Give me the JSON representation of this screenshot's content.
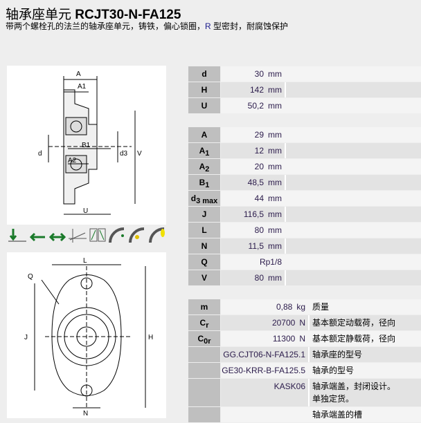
{
  "header": {
    "title_cn": "轴承座单元",
    "title_model": "RCJT30-N-FA125",
    "subtitle_a": "带两个螺栓孔的法兰的轴承座单元，铸铁，偏心锁圈，",
    "subtitle_r": "R",
    "subtitle_b": " 型密封，耐腐蚀保护"
  },
  "drawing_top": {
    "labels": {
      "A": "A",
      "A1": "A1",
      "B1": "B1",
      "d": "d",
      "d3": "d3",
      "V": "V",
      "A2": "A2",
      "U": "U"
    }
  },
  "drawing_bottom": {
    "labels": {
      "L": "L",
      "Q": "Q",
      "J": "J",
      "H": "H",
      "N": "N"
    }
  },
  "icons": [
    "radial-load-icon",
    "axial-load-left-icon",
    "axial-load-both-icon",
    "misalignment-icon",
    "mounting-icon",
    "relubrication-icon",
    "lifetime-icon",
    "high-temperature-icon"
  ],
  "table1": [
    {
      "label": "d",
      "sub": "",
      "value": "30",
      "unit": "mm"
    },
    {
      "label": "H",
      "sub": "",
      "value": "142",
      "unit": "mm"
    },
    {
      "label": "U",
      "sub": "",
      "value": "50,2",
      "unit": "mm"
    }
  ],
  "table2": [
    {
      "label": "A",
      "sub": "",
      "value": "29",
      "unit": "mm"
    },
    {
      "label": "A",
      "sub": "1",
      "value": "12",
      "unit": "mm"
    },
    {
      "label": "A",
      "sub": "2",
      "value": "20",
      "unit": "mm"
    },
    {
      "label": "B",
      "sub": "1",
      "value": "48,5",
      "unit": "mm"
    },
    {
      "label": "d",
      "sub": "3 max",
      "value": "44",
      "unit": "mm"
    },
    {
      "label": "J",
      "sub": "",
      "value": "116,5",
      "unit": "mm"
    },
    {
      "label": "L",
      "sub": "",
      "value": "80",
      "unit": "mm"
    },
    {
      "label": "N",
      "sub": "",
      "value": "11,5",
      "unit": "mm"
    },
    {
      "label": "Q",
      "sub": "",
      "value": "Rp1/8",
      "unit": ""
    },
    {
      "label": "V",
      "sub": "",
      "value": "80",
      "unit": "mm"
    }
  ],
  "table3": [
    {
      "label": "m",
      "sub": "",
      "value": "0,88",
      "unit": "kg",
      "desc": "质量"
    },
    {
      "label": "C",
      "sub": "r",
      "value": "20700",
      "unit": "N",
      "desc": "基本额定动载荷，径向"
    },
    {
      "label": "C",
      "sub": "0r",
      "value": "11300",
      "unit": "N",
      "desc": "基本额定静载荷，径向"
    },
    {
      "label": "",
      "sub": "",
      "value": "GG.CJT06-N-FA125.1",
      "unit": "",
      "desc": "轴承座的型号"
    },
    {
      "label": "",
      "sub": "",
      "value": "GE30-KRR-B-FA125.5",
      "unit": "",
      "desc": "轴承的型号"
    },
    {
      "label": "",
      "sub": "",
      "value": "KASK06",
      "unit": "",
      "desc": "轴承端盖，封闭设计。",
      "desc2": "单独定货。"
    },
    {
      "label": "",
      "sub": "",
      "value": "",
      "unit": "",
      "desc": "轴承端盖的槽"
    }
  ]
}
